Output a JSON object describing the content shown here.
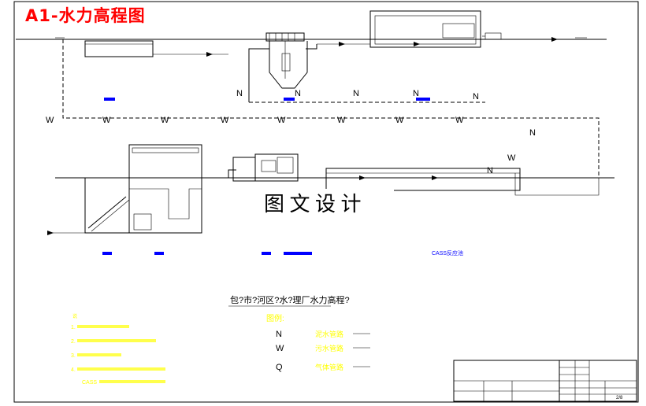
{
  "title": "A1-水力高程图",
  "watermark": "图 文 设 计",
  "drawing_title": "包?市?河区?水?理厂水力高程?",
  "legend": {
    "heading": "图例:",
    "items": [
      {
        "symbol": "N",
        "label": "泥水管路"
      },
      {
        "symbol": "W",
        "label": "污水管路"
      },
      {
        "symbol": "Q",
        "label": "气体管路"
      }
    ]
  },
  "notes": {
    "heading": "说",
    "lines": [
      "1.",
      "2.",
      "3.",
      "4.",
      "CASS"
    ]
  },
  "flow_markers": {
    "sludge": "N",
    "wastewater": "W"
  },
  "units": {
    "cass_tank": "CASS反应池"
  },
  "title_block": {
    "sheet": "2/8"
  },
  "colors": {
    "title": "#ff0000",
    "line": "#000000",
    "legend": "#ffff00",
    "unit_label": "#0000ff",
    "note": "#ffff00"
  }
}
